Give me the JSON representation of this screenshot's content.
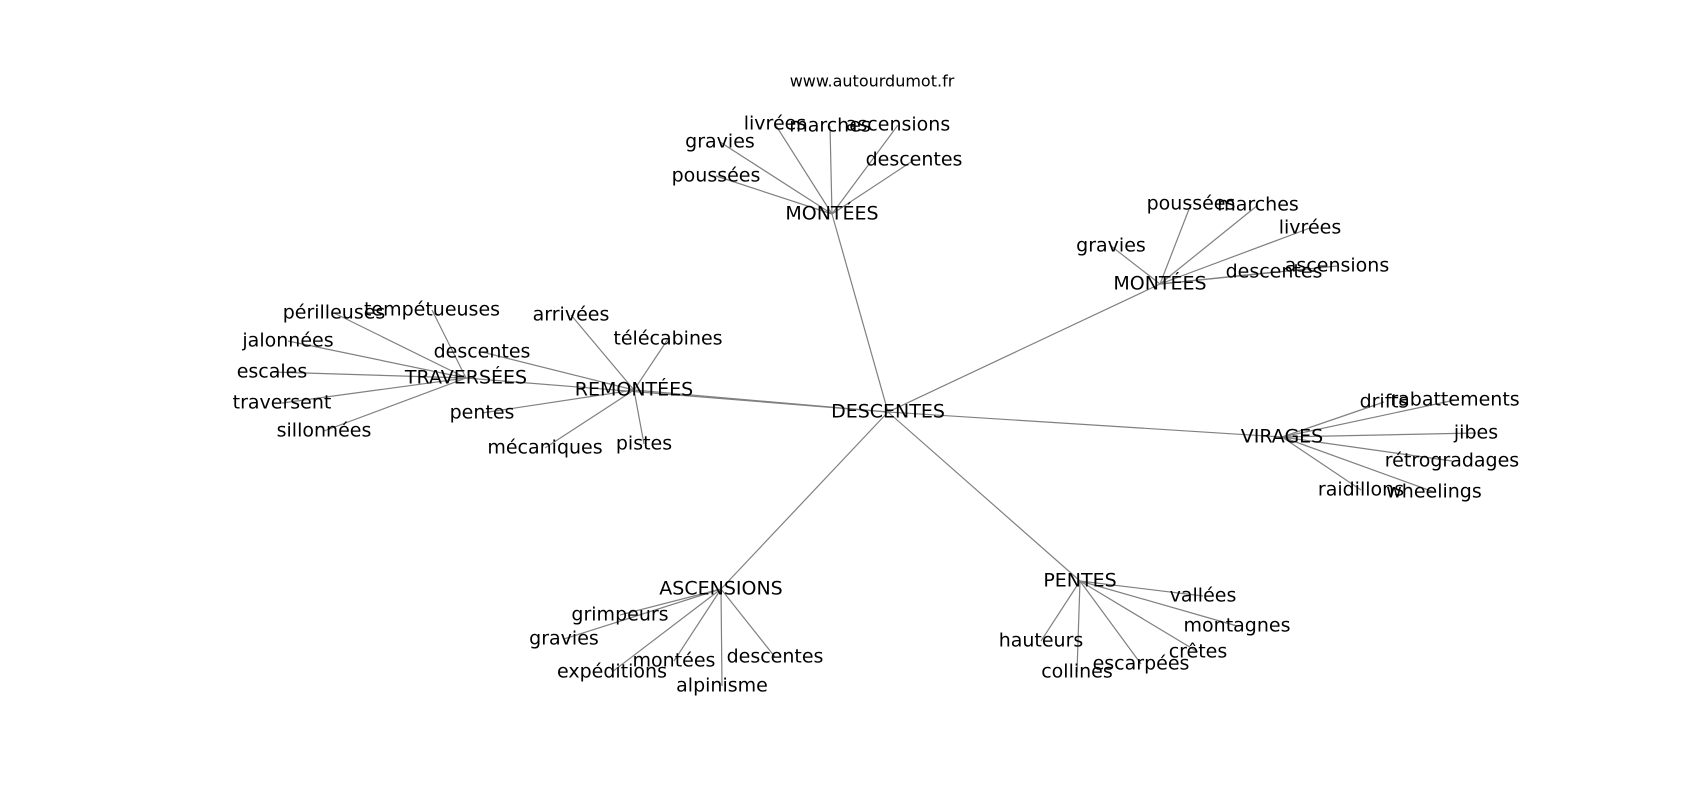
{
  "watermark": "www.autourdumot.fr",
  "graph": {
    "center": "DESCENTES",
    "clusters": [
      {
        "label": "MONTÉES",
        "words": [
          "livrées",
          "marches",
          "ascensions",
          "gravies",
          "descentes",
          "poussées"
        ]
      },
      {
        "label": "MONTÉES",
        "words": [
          "poussées",
          "marches",
          "livrées",
          "gravies",
          "descentes",
          "ascensions"
        ]
      },
      {
        "label": "REMONTÉES",
        "words": [
          "arrivées",
          "télécabines",
          "descentes",
          "pentes",
          "mécaniques",
          "pistes"
        ]
      },
      {
        "label": "TRAVERSÉES",
        "words": [
          "périlleuses",
          "tempétueuses",
          "jalonnées",
          "escales",
          "traversent",
          "sillonnées"
        ]
      },
      {
        "label": "VIRAGES",
        "words": [
          "drifts",
          "rabattements",
          "jibes",
          "rétrogradages",
          "raidillons",
          "wheelings"
        ]
      },
      {
        "label": "ASCENSIONS",
        "words": [
          "grimpeurs",
          "gravies",
          "expéditions",
          "montées",
          "descentes",
          "alpinisme"
        ]
      },
      {
        "label": "PENTES",
        "words": [
          "vallées",
          "montagnes",
          "crêtes",
          "escarpées",
          "collines",
          "hauteurs"
        ]
      }
    ]
  }
}
